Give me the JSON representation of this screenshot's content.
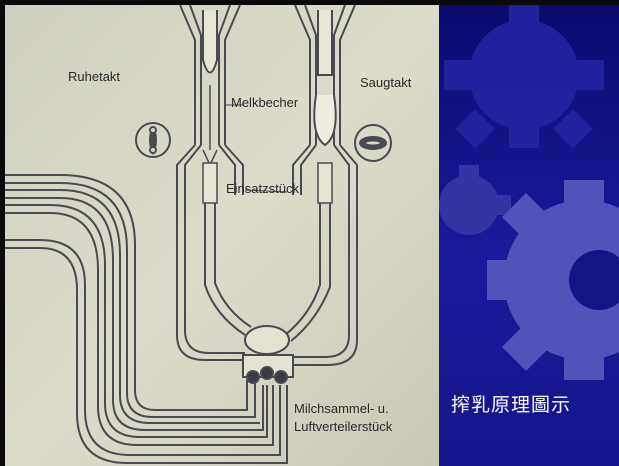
{
  "diagram": {
    "labels": {
      "ruhetakt": "Ruhetakt",
      "saugtakt": "Saugtakt",
      "melkbecher": "Melkbecher",
      "einsatzstueck": "Einsatzstück",
      "sammelstueck_line1": "Milchsammel- u.",
      "sammelstueck_line2": "Luftverteilerstück"
    }
  },
  "slide": {
    "caption": "搾乳原理圖示"
  },
  "colors": {
    "paper": "#d9d8c6",
    "tube_outline": "#4a4a52",
    "panel_blue": "#15158a",
    "gear_blue": "#4a4ab0"
  }
}
